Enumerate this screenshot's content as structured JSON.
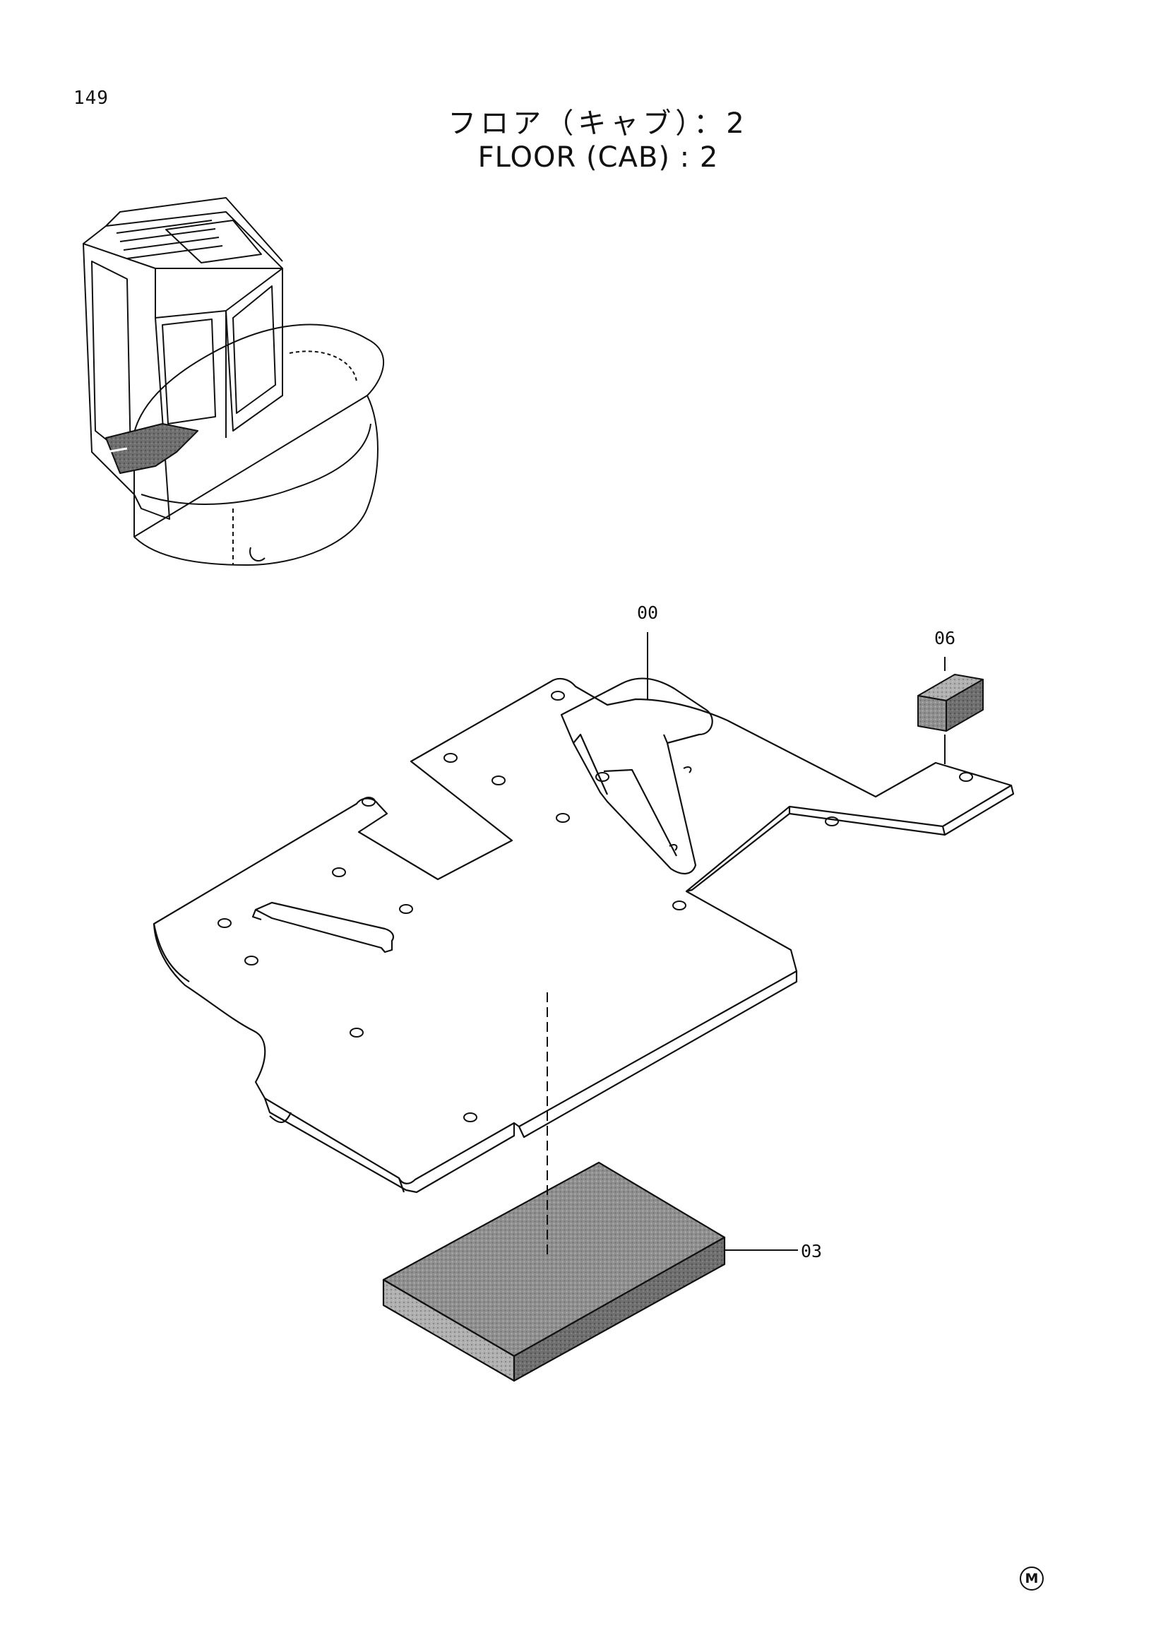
{
  "header": {
    "page_number": "149",
    "title_jp": "フロア（キャブ）：2",
    "title_en": "FLOOR (CAB) : 2"
  },
  "callouts": {
    "floor_plate": "00",
    "block_small": "06",
    "mat": "03"
  },
  "footer": {
    "mark": "M"
  },
  "colors": {
    "ink": "#111111",
    "shade": "#9a9a9a"
  }
}
